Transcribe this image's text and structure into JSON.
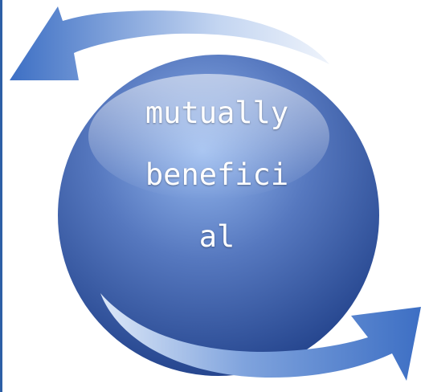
{
  "diagram": {
    "center_lines": [
      "mutually",
      "benefici",
      "al"
    ],
    "colors": {
      "sphere_light": "#8eb3ec",
      "sphere_mid": "#5779be",
      "sphere_dark": "#1f3f88",
      "arrow_light": "#d9e5f8",
      "arrow_dark": "#3d6fc4",
      "edge": "#2d5fa6"
    },
    "arrows": [
      {
        "name": "top-arrow",
        "direction": "counterclockwise",
        "points_to": "left"
      },
      {
        "name": "bottom-arrow",
        "direction": "counterclockwise",
        "points_to": "right"
      }
    ]
  }
}
